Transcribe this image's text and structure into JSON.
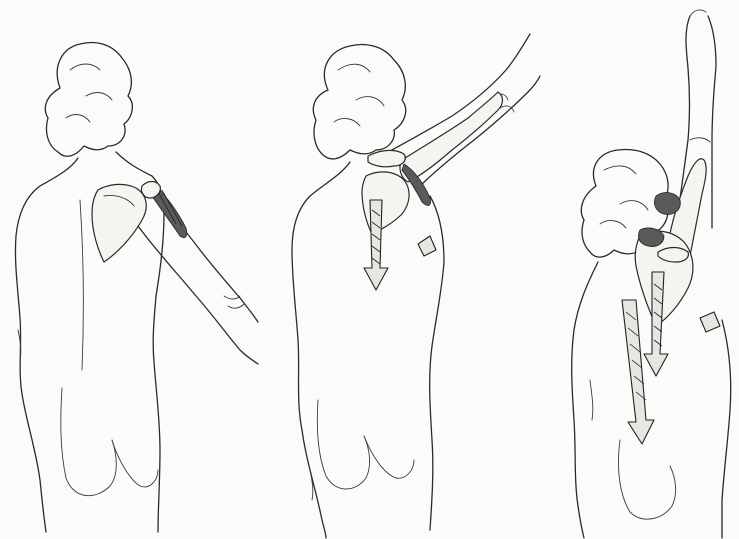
{
  "figure": {
    "panels": [
      {
        "id": "arm-lowered",
        "arrow_count": 0
      },
      {
        "id": "arm-raised-diagonal",
        "arrow_count": 1
      },
      {
        "id": "arm-raised-overhead",
        "arrow_count": 2
      }
    ],
    "colors": {
      "ink": "#2a2a2a",
      "background": "#fbfbf9",
      "muscle": "#5a5a5a"
    }
  }
}
